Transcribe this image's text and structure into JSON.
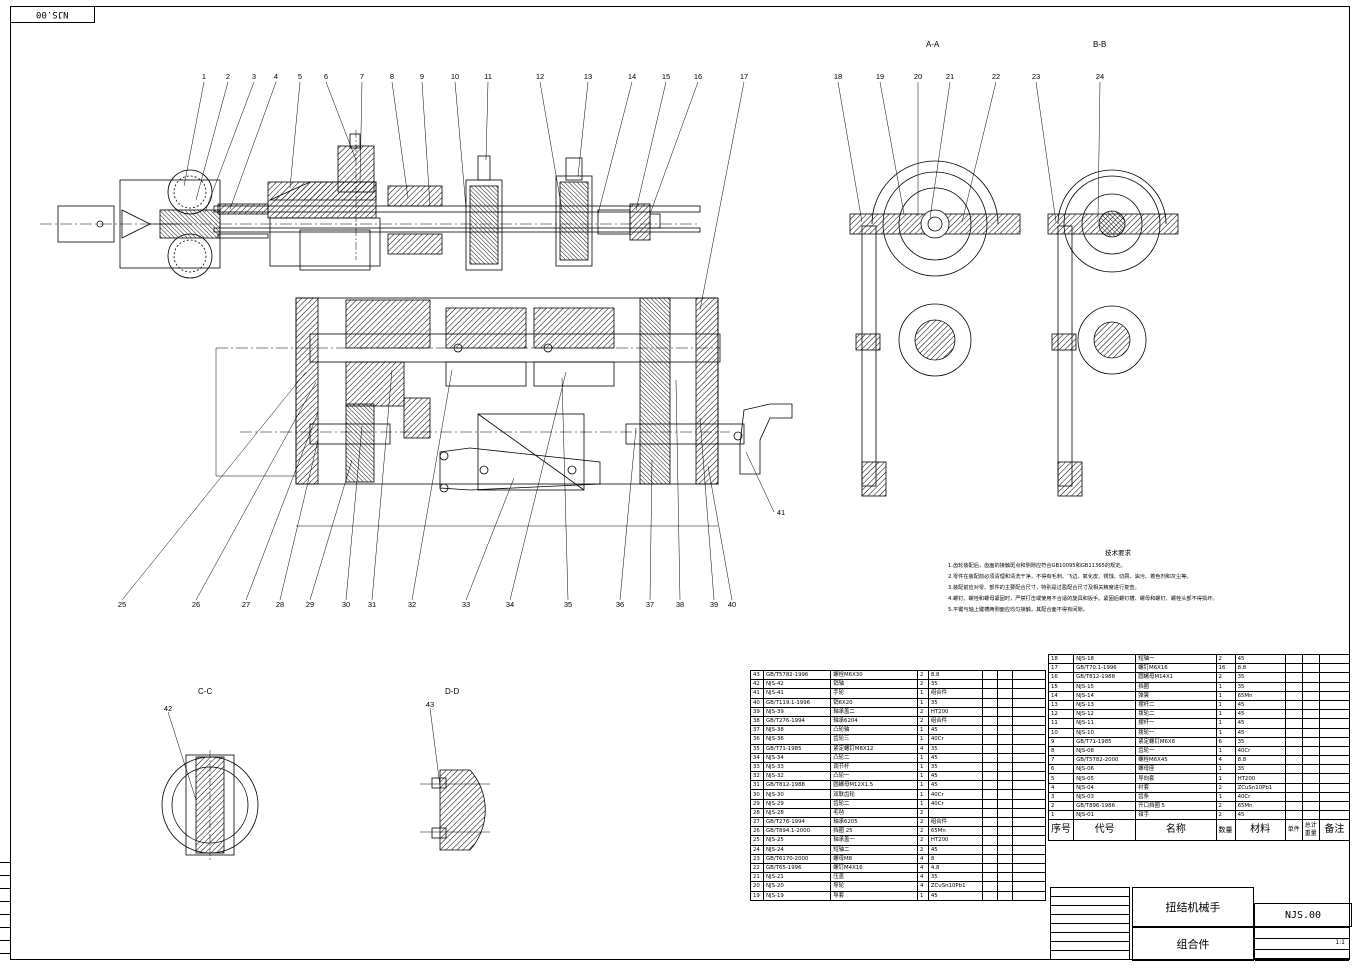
{
  "drawing": {
    "code_corner": "NJS.00",
    "title": "扭结机械手",
    "subtitle": "组合件",
    "code": "NJS.00",
    "scale": "1:1"
  },
  "section_labels": {
    "aa": "A-A",
    "bb": "B-B",
    "cc": "C-C",
    "dd": "D-D"
  },
  "balloons_top": [
    "1",
    "2",
    "3",
    "4",
    "5",
    "6",
    "7",
    "8",
    "9",
    "10",
    "11",
    "12",
    "13",
    "14",
    "15",
    "16",
    "17",
    "18",
    "19",
    "20",
    "21",
    "22",
    "23",
    "24"
  ],
  "balloons_bottom": [
    "25",
    "26",
    "27",
    "28",
    "29",
    "30",
    "31",
    "32",
    "33",
    "34",
    "35",
    "36",
    "37",
    "38",
    "39",
    "40"
  ],
  "balloon_41": "41",
  "balloon_42": "42",
  "balloon_43": "43",
  "tech": {
    "title": "技术要求",
    "items": [
      "1.齿轮装配后，齿面的接触斑点和侧隙应符合GB10095和GB11365的规定。",
      "2.零件在装配前必须清理和清洗干净，不得有毛刺、飞边、氧化皮、锈蚀、切屑、油污、着色剂和灰尘等。",
      "3.装配前应对零、部件的主要配合尺寸，特别是过盈配合尺寸及相关精度进行复查。",
      "4.螺钉、螺栓和螺母紧固时，严禁打击或使用不合适的旋具和扳手。紧固后螺钉槽、螺母和螺钉、螺栓头部不得损坏。",
      "5.平键与轴上键槽两侧面应均匀接触，其配合面不得有间隙。"
    ]
  },
  "bom_left": [
    [
      "43",
      "GB/T5782-1996",
      "螺栓M6X30",
      "2",
      "8.8"
    ],
    [
      "42",
      "NJS-42",
      "销轴",
      "2",
      "35"
    ],
    [
      "41",
      "NJS-41",
      "手轮",
      "1",
      "组合件"
    ],
    [
      "40",
      "GB/T119.1-1996",
      "销6X20",
      "1",
      "35"
    ],
    [
      "39",
      "NJS-39",
      "轴承盖二",
      "2",
      "HT200"
    ],
    [
      "38",
      "GB/T276-1994",
      "轴承6204",
      "2",
      "组合件"
    ],
    [
      "37",
      "NJS-38",
      "凸轮轴",
      "1",
      "45"
    ],
    [
      "36",
      "NJS-36",
      "齿轮三",
      "1",
      "40Cr"
    ],
    [
      "35",
      "GB/T71-1985",
      "紧定螺钉M8X12",
      "4",
      "35"
    ],
    [
      "34",
      "NJS-34",
      "凸轮二",
      "1",
      "45"
    ],
    [
      "33",
      "NJS-33",
      "调节杆",
      "1",
      "35"
    ],
    [
      "32",
      "NJS-32",
      "凸轮一",
      "1",
      "45"
    ],
    [
      "31",
      "GB/T812-1988",
      "圆螺母M12X1.5",
      "1",
      "45"
    ],
    [
      "30",
      "NJS-30",
      "双联齿轮",
      "1",
      "40Cr"
    ],
    [
      "29",
      "NJS-29",
      "齿轮二",
      "1",
      "40Cr"
    ],
    [
      "28",
      "NJS-28",
      "毛毡",
      "2",
      ""
    ],
    [
      "27",
      "GB/T276-1994",
      "轴承6205",
      "2",
      "组合件"
    ],
    [
      "26",
      "GB/T894.1-2000",
      "挡圈 25",
      "2",
      "65Mn"
    ],
    [
      "25",
      "NJS-25",
      "轴承盖一",
      "2",
      "HT200"
    ],
    [
      "24",
      "NJS-24",
      "短轴二",
      "2",
      "45"
    ],
    [
      "23",
      "GB/T6170-2000",
      "螺母M8",
      "4",
      "8"
    ],
    [
      "22",
      "GB/T65-1996",
      "螺钉M4X16",
      "4",
      "4.8"
    ],
    [
      "21",
      "NJS-21",
      "压盖",
      "4",
      "35"
    ],
    [
      "20",
      "NJS-20",
      "导轮",
      "4",
      "ZCuSn10Pb1"
    ],
    [
      "19",
      "NJS-19",
      "导套",
      "1",
      "45"
    ]
  ],
  "bom_right": [
    [
      "18",
      "NJS-18",
      "短轴一",
      "2",
      "45"
    ],
    [
      "17",
      "GB/T70.1-1996",
      "螺钉M6X16",
      "16",
      "8.8"
    ],
    [
      "16",
      "GB/T812-1988",
      "圆螺母M14X1",
      "2",
      "35"
    ],
    [
      "15",
      "NJS-15",
      "挡圈",
      "1",
      "35"
    ],
    [
      "14",
      "NJS-14",
      "弹簧",
      "1",
      "65Mn"
    ],
    [
      "13",
      "NJS-13",
      "摆杆二",
      "1",
      "45"
    ],
    [
      "12",
      "NJS-12",
      "拨轮二",
      "1",
      "45"
    ],
    [
      "11",
      "NJS-11",
      "摆杆一",
      "1",
      "45"
    ],
    [
      "10",
      "NJS-10",
      "拨轮一",
      "1",
      "45"
    ],
    [
      "9",
      "GB/T71-1985",
      "紧定螺钉M6X8",
      "6",
      "35"
    ],
    [
      "8",
      "NJS-08",
      "齿轮一",
      "1",
      "40Cr"
    ],
    [
      "7",
      "GB/T5782-2000",
      "螺栓M6X45",
      "4",
      "8.8"
    ],
    [
      "6",
      "NJS-06",
      "螺母座",
      "1",
      "35"
    ],
    [
      "5",
      "NJS-05",
      "导向套",
      "1",
      "HT200"
    ],
    [
      "4",
      "NJS-04",
      "衬套",
      "2",
      "ZCuSn10Pb1"
    ],
    [
      "3",
      "NJS-03",
      "齿条",
      "1",
      "40Cr"
    ],
    [
      "2",
      "GB/T896-1986",
      "开口挡圈 5",
      "2",
      "65Mn"
    ],
    [
      "1",
      "NJS-01",
      "钳手",
      "2",
      "45"
    ]
  ],
  "bom_header": {
    "seq": "序号",
    "code": "代号",
    "name": "名称",
    "qty": "数量",
    "material": "材料",
    "unit": "单件",
    "total": "总计",
    "weight": "重量",
    "remark": "备注"
  }
}
